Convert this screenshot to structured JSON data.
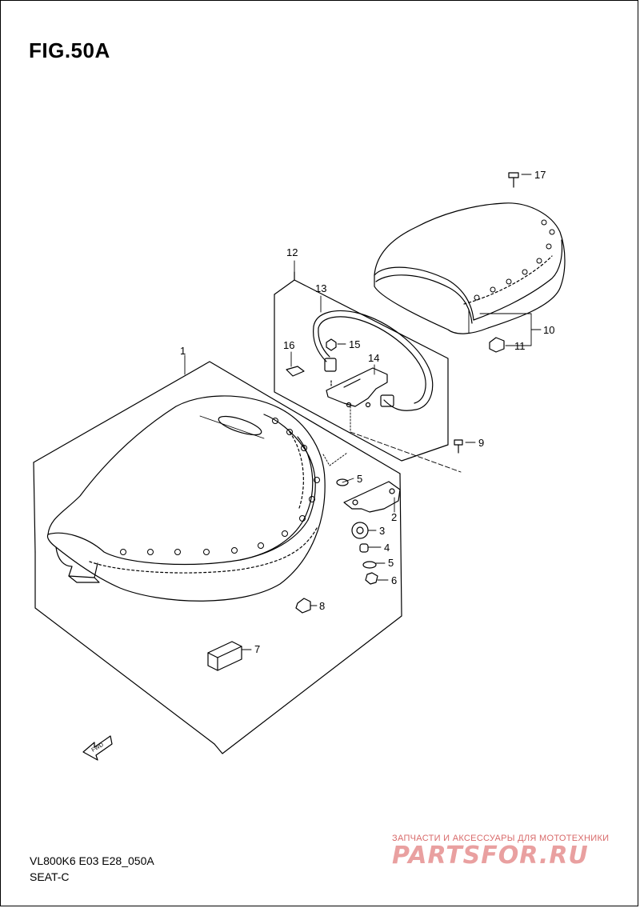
{
  "figure": {
    "title": "FIG.50A",
    "code": "VL800K6 E03 E28_050A",
    "name": "SEAT-C"
  },
  "callouts": [
    {
      "id": "1",
      "part": "front-seat"
    },
    {
      "id": "2",
      "part": "seat-bracket"
    },
    {
      "id": "3",
      "part": "cushion"
    },
    {
      "id": "4",
      "part": "spacer"
    },
    {
      "id": "5",
      "part": "washer"
    },
    {
      "id": "5",
      "part": "washer"
    },
    {
      "id": "6",
      "part": "nut"
    },
    {
      "id": "7",
      "part": "cushion-block"
    },
    {
      "id": "8",
      "part": "cap-nut"
    },
    {
      "id": "9",
      "part": "bolt"
    },
    {
      "id": "10",
      "part": "rear-seat"
    },
    {
      "id": "11",
      "part": "nut"
    },
    {
      "id": "12",
      "part": "backrest-assy"
    },
    {
      "id": "13",
      "part": "frame"
    },
    {
      "id": "14",
      "part": "bracket"
    },
    {
      "id": "15",
      "part": "nut"
    },
    {
      "id": "16",
      "part": "pad"
    },
    {
      "id": "17",
      "part": "screw"
    }
  ],
  "direction_arrow": "FWD",
  "watermark": {
    "tagline": "ЗАПЧАСТИ И АКСЕССУАРЫ ДЛЯ МОТОТЕХНИКИ",
    "logo": "PARTSFOR.RU"
  },
  "colors": {
    "line": "#000000",
    "background": "#ffffff",
    "watermark": "#e9a0a0"
  }
}
